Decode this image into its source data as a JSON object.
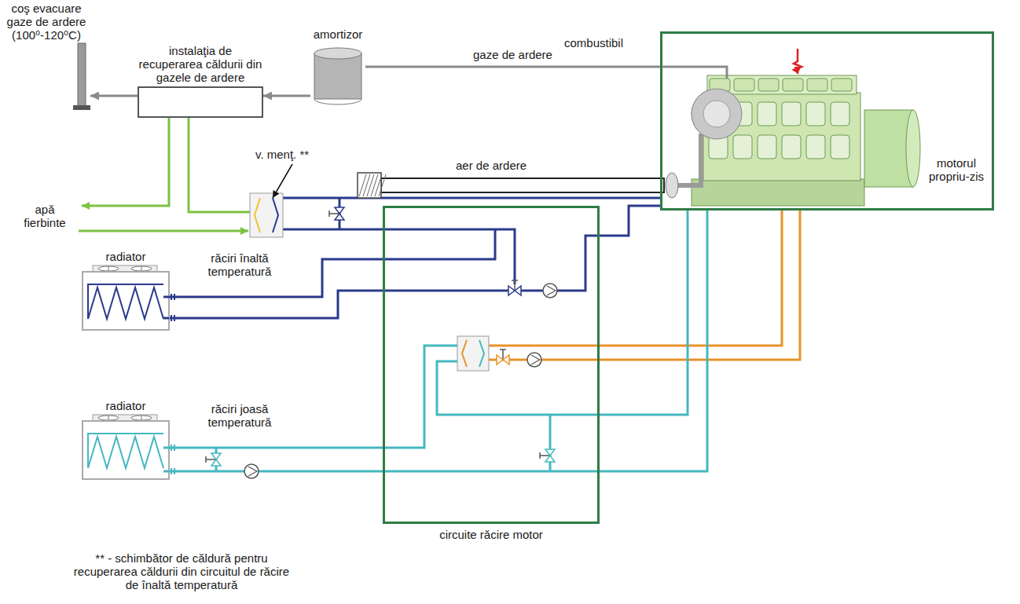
{
  "diagram": {
    "nodes": [
      {
        "text": [
          "coş evacuare gaze de ardere (100⁰-120⁰C)"
        ]
      },
      {
        "text": [
          "amortizor"
        ]
      },
      {
        "text": [
          "instalaţia de recuperarea căldurii din gazele de ardere"
        ]
      },
      {
        "text": [
          "motorul propriu-zis"
        ]
      },
      {
        "text": [
          "radiator"
        ]
      },
      {
        "text": [
          "circuite răcire motor"
        ]
      },
      {
        "text": [
          "radiator"
        ]
      }
    ],
    "edges": [
      {
        "from": 3,
        "to": 1,
        "arrow": "none",
        "label": "gaze de ardere"
      },
      {
        "from": 1,
        "to": 2,
        "arrow": "to"
      },
      {
        "from": 2,
        "to": 0,
        "arrow": "to"
      },
      {
        "from": 4,
        "to": 5,
        "arrow": "none"
      },
      {
        "from": 6,
        "to": 5,
        "arrow": "none"
      },
      {
        "from": 5,
        "to": 3,
        "arrow": "none"
      }
    ],
    "labels": [
      "combustibil",
      "aer de ardere",
      "v. menţ. **",
      "apă fierbinte",
      "răciri înaltă temperatură",
      "răciri joasă temperatură",
      "** - schimbător de căldură pentru recuperarea căldurii din circuitul de răcire de înaltă temperatură"
    ]
  }
}
